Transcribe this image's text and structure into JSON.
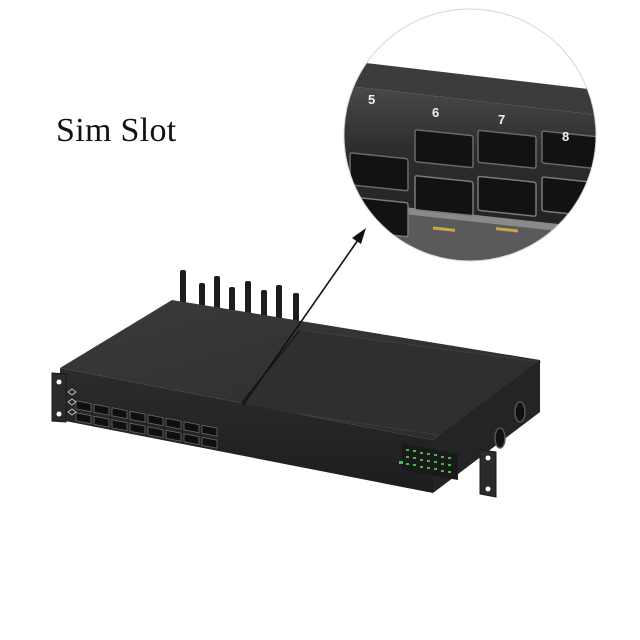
{
  "caption": "Sim Slot",
  "zoom_slot_numbers": [
    "5",
    "6",
    "7",
    "8"
  ],
  "device": {
    "antenna_count": 8,
    "sim_slot_count": 16,
    "colors": {
      "body": "#2a2a2c",
      "body_top": "#323234",
      "led_green": "#3fbf4a",
      "background": "#ffffff"
    }
  }
}
